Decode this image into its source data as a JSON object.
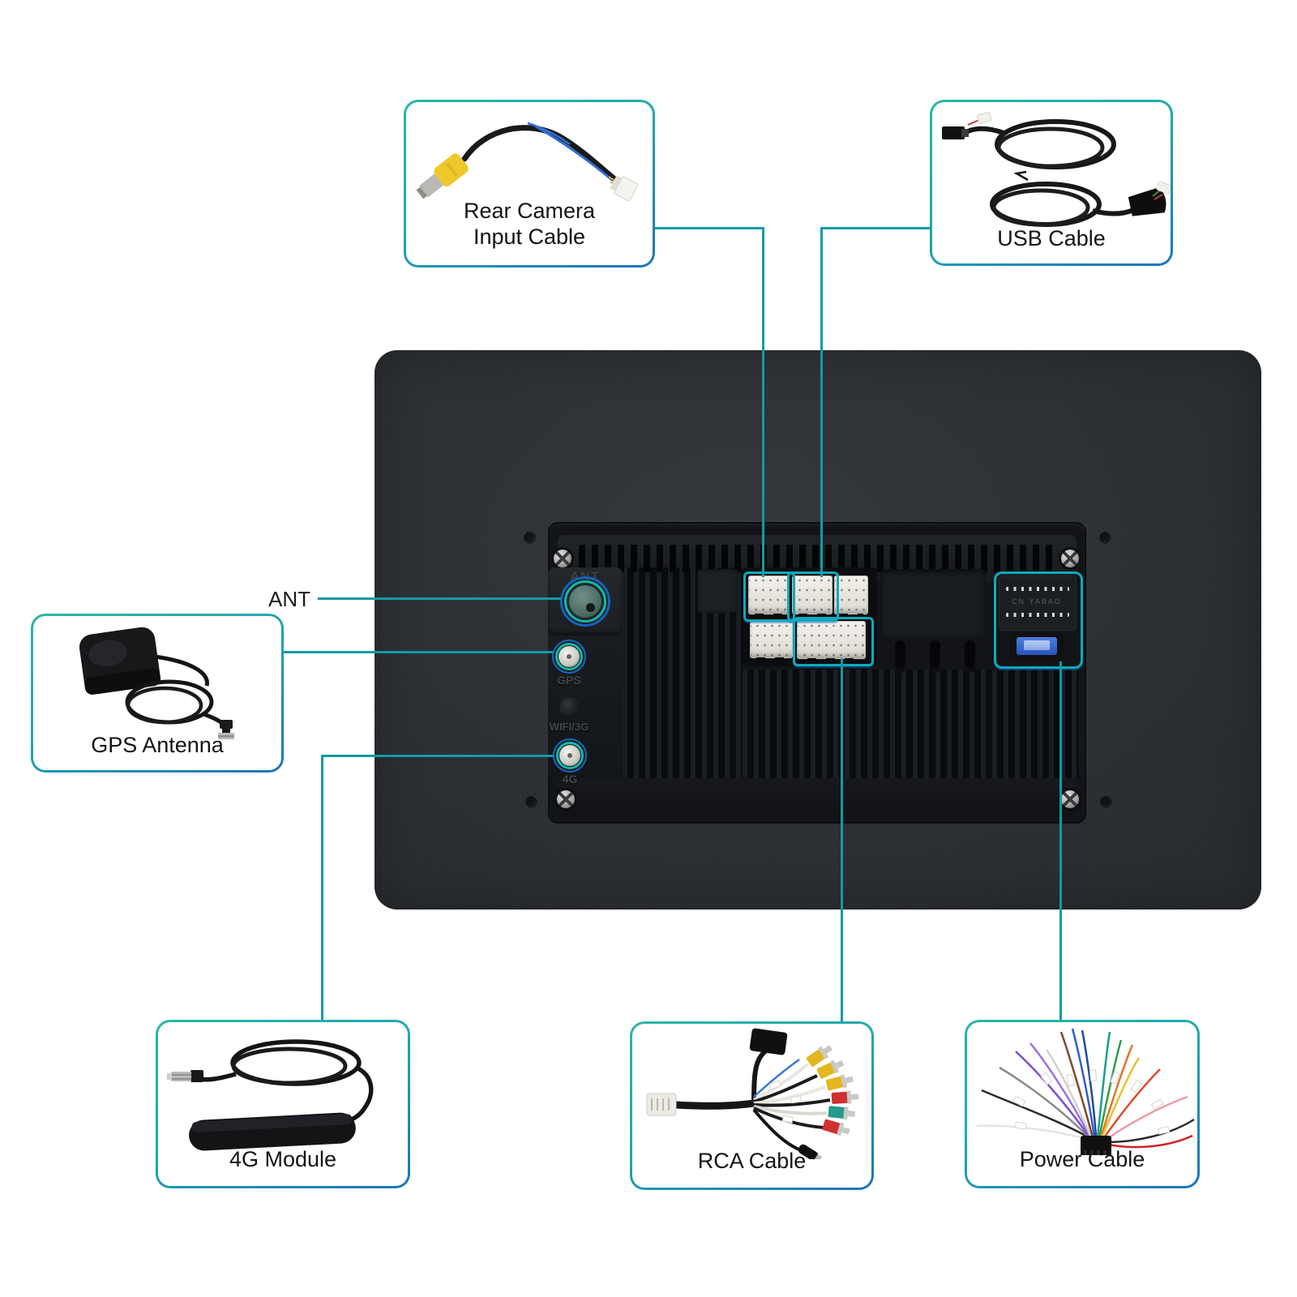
{
  "callout_boxes": {
    "rear_camera": {
      "line1": "Rear Camera",
      "line2": "Input Cable"
    },
    "usb": {
      "label": "USB Cable"
    },
    "gps": {
      "label": "GPS Antenna"
    },
    "module_4g": {
      "label": "4G Module"
    },
    "rca": {
      "label": "RCA Cable"
    },
    "power": {
      "label": "Power Cable"
    }
  },
  "annotations": {
    "ant_label": "ANT"
  },
  "unit_back_panel": {
    "port_labels": {
      "ant": "ANT",
      "gps": "GPS",
      "wifi": "WIFI/3G",
      "four_g": "4G"
    },
    "main_connector_print": "CN YABAO"
  },
  "colors": {
    "callout_border_teal": "#2ab7a3",
    "callout_border_blue": "#1c74bd",
    "callout_line": "#139aa5",
    "connector_highlight": "#0fa9bd",
    "panel_body": "#2a2d31",
    "ant_socket_green": "#5d9181",
    "fuse_blue": "#3a68cf"
  }
}
